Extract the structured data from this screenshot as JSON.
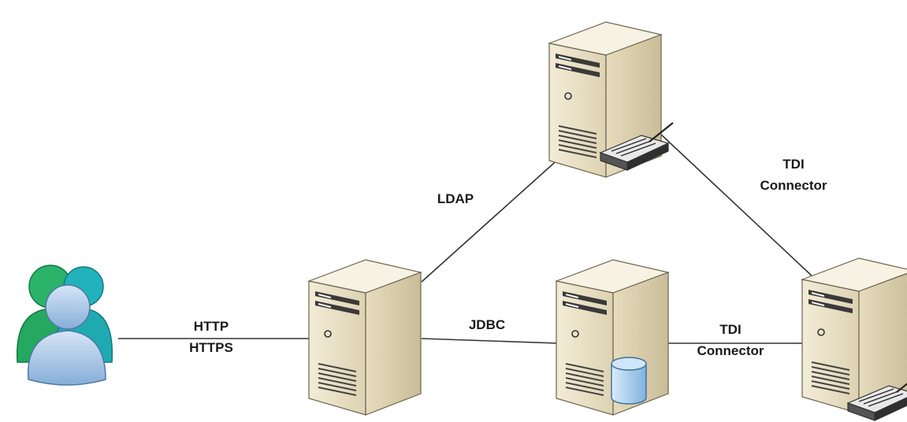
{
  "diagram": {
    "nodes": {
      "users": {
        "icon": "users-icon"
      },
      "app_server": {
        "icon": "server-icon"
      },
      "ldap_server": {
        "icon": "server-icon",
        "accessory": "router-icon"
      },
      "db_server": {
        "icon": "server-icon",
        "accessory": "database-icon"
      },
      "sync_server": {
        "icon": "server-icon",
        "accessory": "router-icon"
      }
    },
    "edges": {
      "users_app": {
        "label_line1": "HTTP",
        "label_line2": "HTTPS"
      },
      "app_ldap": {
        "label": "LDAP"
      },
      "app_db": {
        "label": "JDBC"
      },
      "ldap_sync": {
        "label_line1": "TDI",
        "label_line2": "Connector"
      },
      "db_sync": {
        "label_line1": "TDI",
        "label_line2": "Connector"
      }
    },
    "colors": {
      "line": "#333333",
      "server_front": "#ece4cc",
      "server_side": "#d8cfb0",
      "server_top": "#f5f0e0",
      "user_front": "#a9c8e8",
      "user_back_green": "#22a85a",
      "user_back_teal": "#1aa7b0",
      "database": "#9ec9ea",
      "router": "#4a4a4a"
    }
  }
}
